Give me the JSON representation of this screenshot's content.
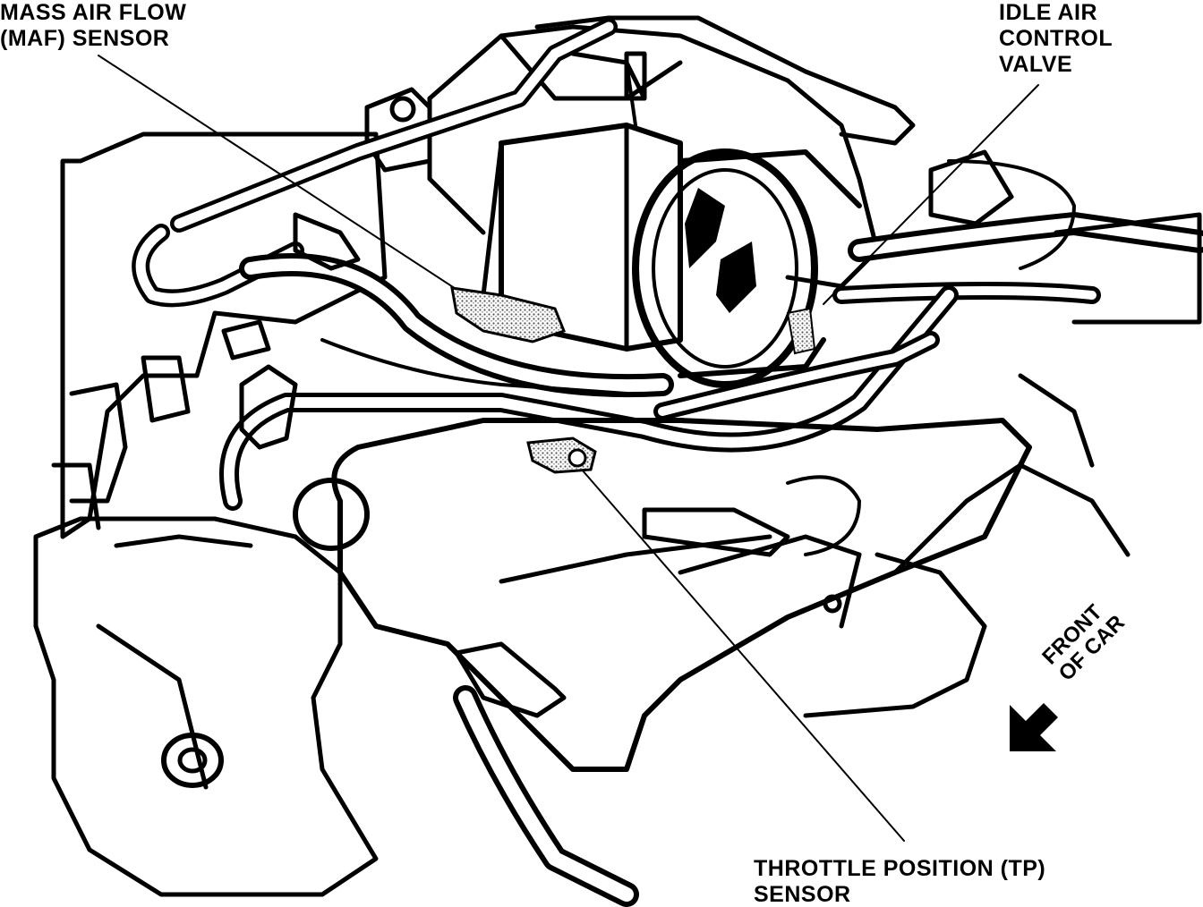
{
  "labels": {
    "maf_line1": "MASS AIR FLOW",
    "maf_line2": "(MAF) SENSOR",
    "iac_line1": "IDLE AIR",
    "iac_line2": "CONTROL",
    "iac_line3": "VALVE",
    "tp_line1": "THROTTLE POSITION (TP)",
    "tp_line2": "SENSOR",
    "front_line1": "FRONT",
    "front_line2": "OF CAR"
  },
  "colors": {
    "ink": "#000000",
    "paper": "#ffffff",
    "stipple": "#9a9a9a"
  },
  "icons": {
    "direction": "front-arrow-icon"
  }
}
